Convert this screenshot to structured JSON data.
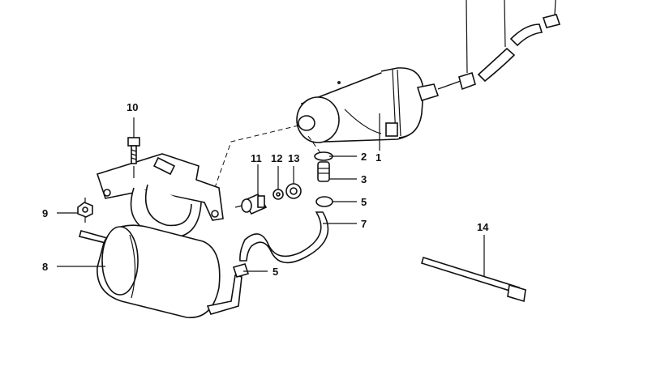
{
  "diagram": {
    "callouts": [
      {
        "id": "callout-1",
        "label": "1"
      },
      {
        "id": "callout-2",
        "label": "2"
      },
      {
        "id": "callout-3",
        "label": "3"
      },
      {
        "id": "callout-5a",
        "label": "5"
      },
      {
        "id": "callout-7",
        "label": "7"
      },
      {
        "id": "callout-5b",
        "label": "5"
      },
      {
        "id": "callout-8",
        "label": "8"
      },
      {
        "id": "callout-9",
        "label": "9"
      },
      {
        "id": "callout-10",
        "label": "10"
      },
      {
        "id": "callout-11",
        "label": "11"
      },
      {
        "id": "callout-12",
        "label": "12"
      },
      {
        "id": "callout-13",
        "label": "13"
      },
      {
        "id": "callout-14",
        "label": "14"
      }
    ]
  }
}
